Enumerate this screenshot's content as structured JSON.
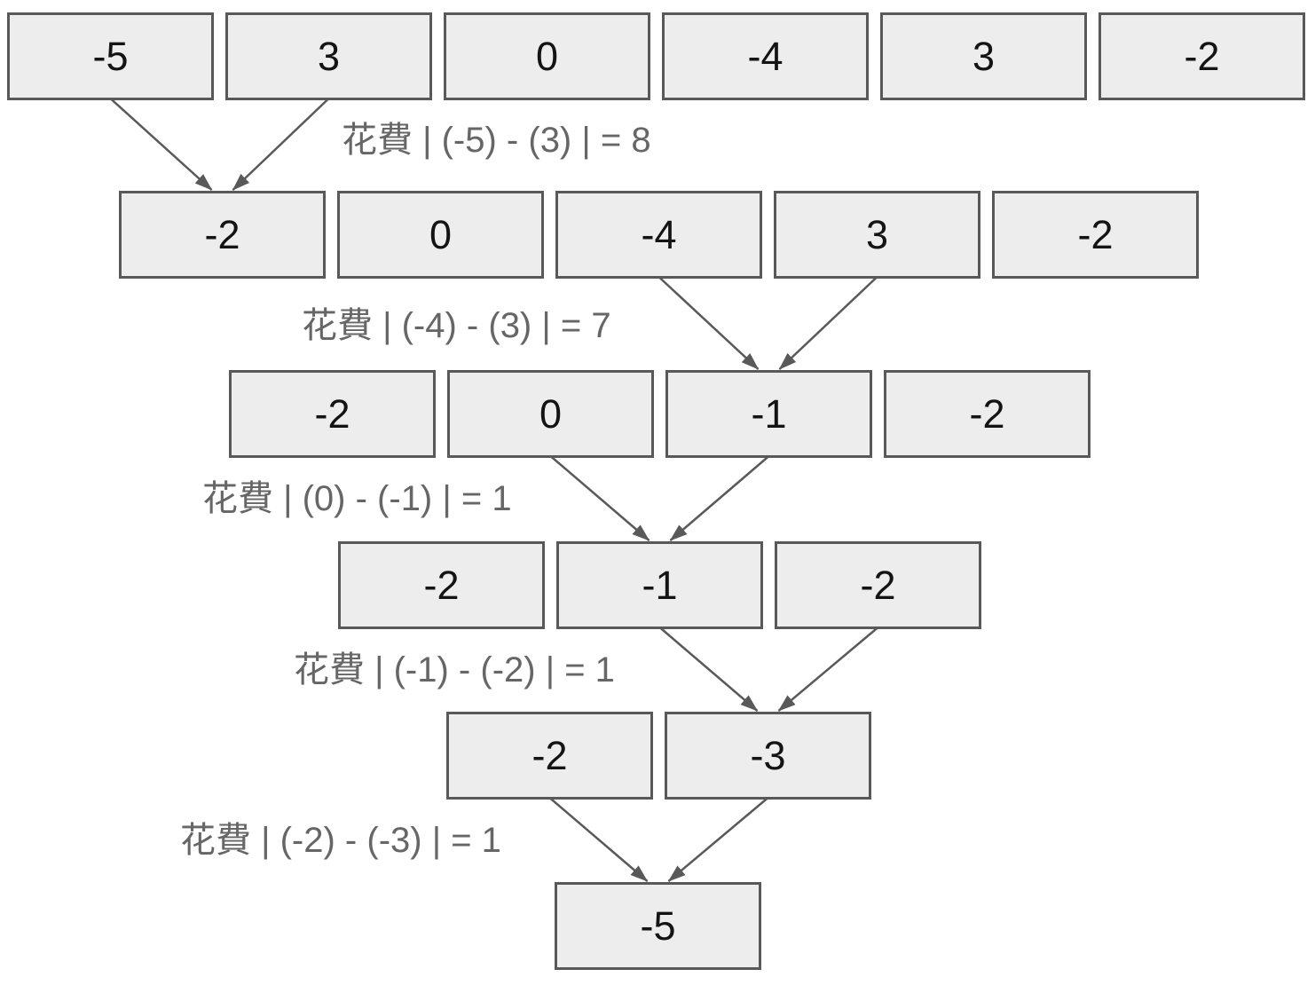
{
  "diagram": {
    "description_colors": {
      "background": "#ffffff",
      "box_fill": "#ededed",
      "box_border": "#595959",
      "arrow": "#595959",
      "label_text": "#666666",
      "number_text": "#141414"
    },
    "rows": [
      {
        "values": [
          "-5",
          "3",
          "0",
          "-4",
          "3",
          "-2"
        ]
      },
      {
        "values": [
          "-2",
          "0",
          "-4",
          "3",
          "-2"
        ]
      },
      {
        "values": [
          "-2",
          "0",
          "-1",
          "-2"
        ]
      },
      {
        "values": [
          "-2",
          "-1",
          "-2"
        ]
      },
      {
        "values": [
          "-2",
          "-3"
        ]
      },
      {
        "values": [
          "-5"
        ]
      }
    ],
    "merges": [
      {
        "from_row": 0,
        "sources": [
          0,
          1
        ],
        "target": 0,
        "label": "花費 | (-5) - (3) | = 8",
        "cost": 8
      },
      {
        "from_row": 1,
        "sources": [
          2,
          3
        ],
        "target": 2,
        "label": "花費 | (-4) - (3) | = 7",
        "cost": 7
      },
      {
        "from_row": 2,
        "sources": [
          1,
          2
        ],
        "target": 1,
        "label": "花費 | (0) - (-1) | = 1",
        "cost": 1
      },
      {
        "from_row": 3,
        "sources": [
          1,
          2
        ],
        "target": 1,
        "label": "花費 | (-1) - (-2) | = 1",
        "cost": 1
      },
      {
        "from_row": 4,
        "sources": [
          0,
          1
        ],
        "target": 0,
        "label": "花費 | (-2) - (-3) | = 1",
        "cost": 1
      }
    ]
  }
}
